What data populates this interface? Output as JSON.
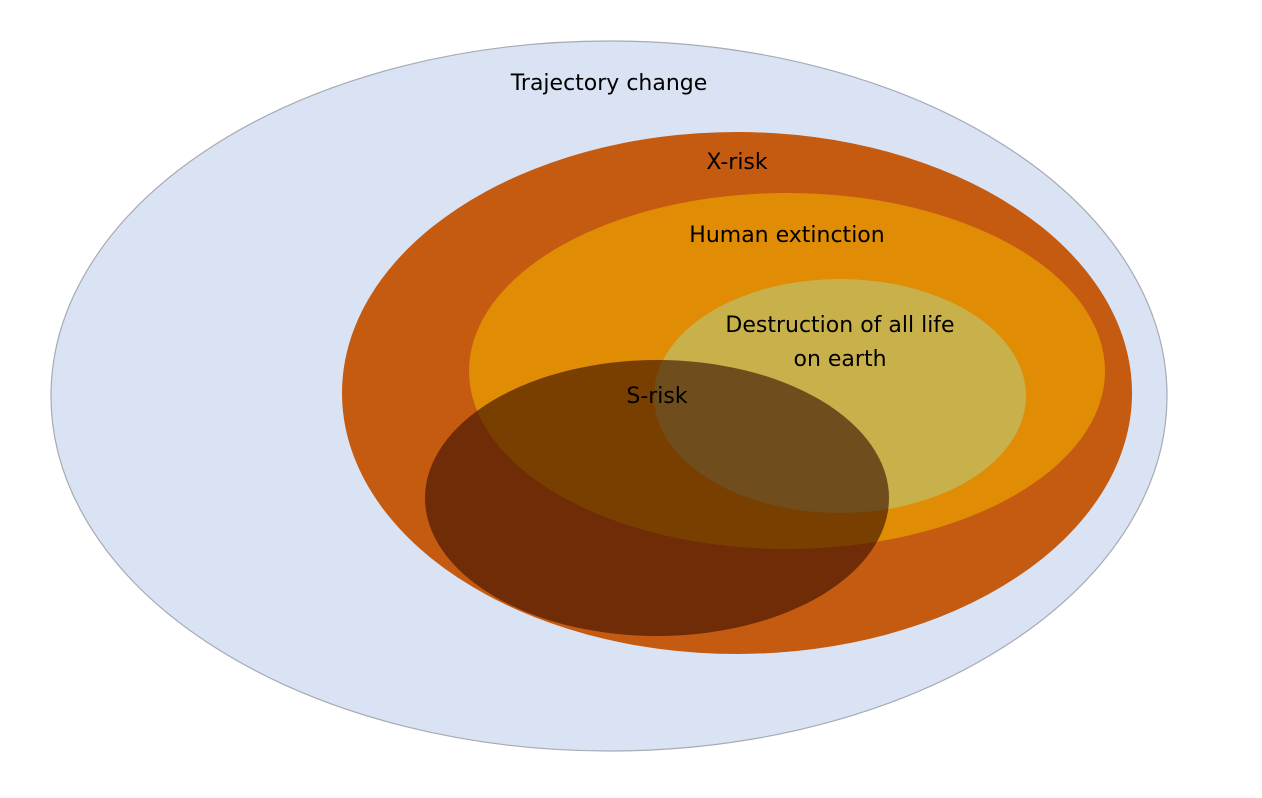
{
  "diagram": {
    "sets": [
      {
        "id": "trajectory",
        "label": "Trajectory change",
        "fill": "#dae3f3",
        "stroke": "#a6aab3"
      },
      {
        "id": "xrisk",
        "label": "X-risk",
        "fill": "#c55a11"
      },
      {
        "id": "extinction",
        "label": "Human extinction",
        "fill": "#e08c05"
      },
      {
        "id": "destruction",
        "label_lines": [
          "Destruction of all life",
          "on earth"
        ],
        "fill": "#c8b04b"
      },
      {
        "id": "srisk",
        "label": "S-risk",
        "fill": "#3a1000"
      }
    ]
  }
}
